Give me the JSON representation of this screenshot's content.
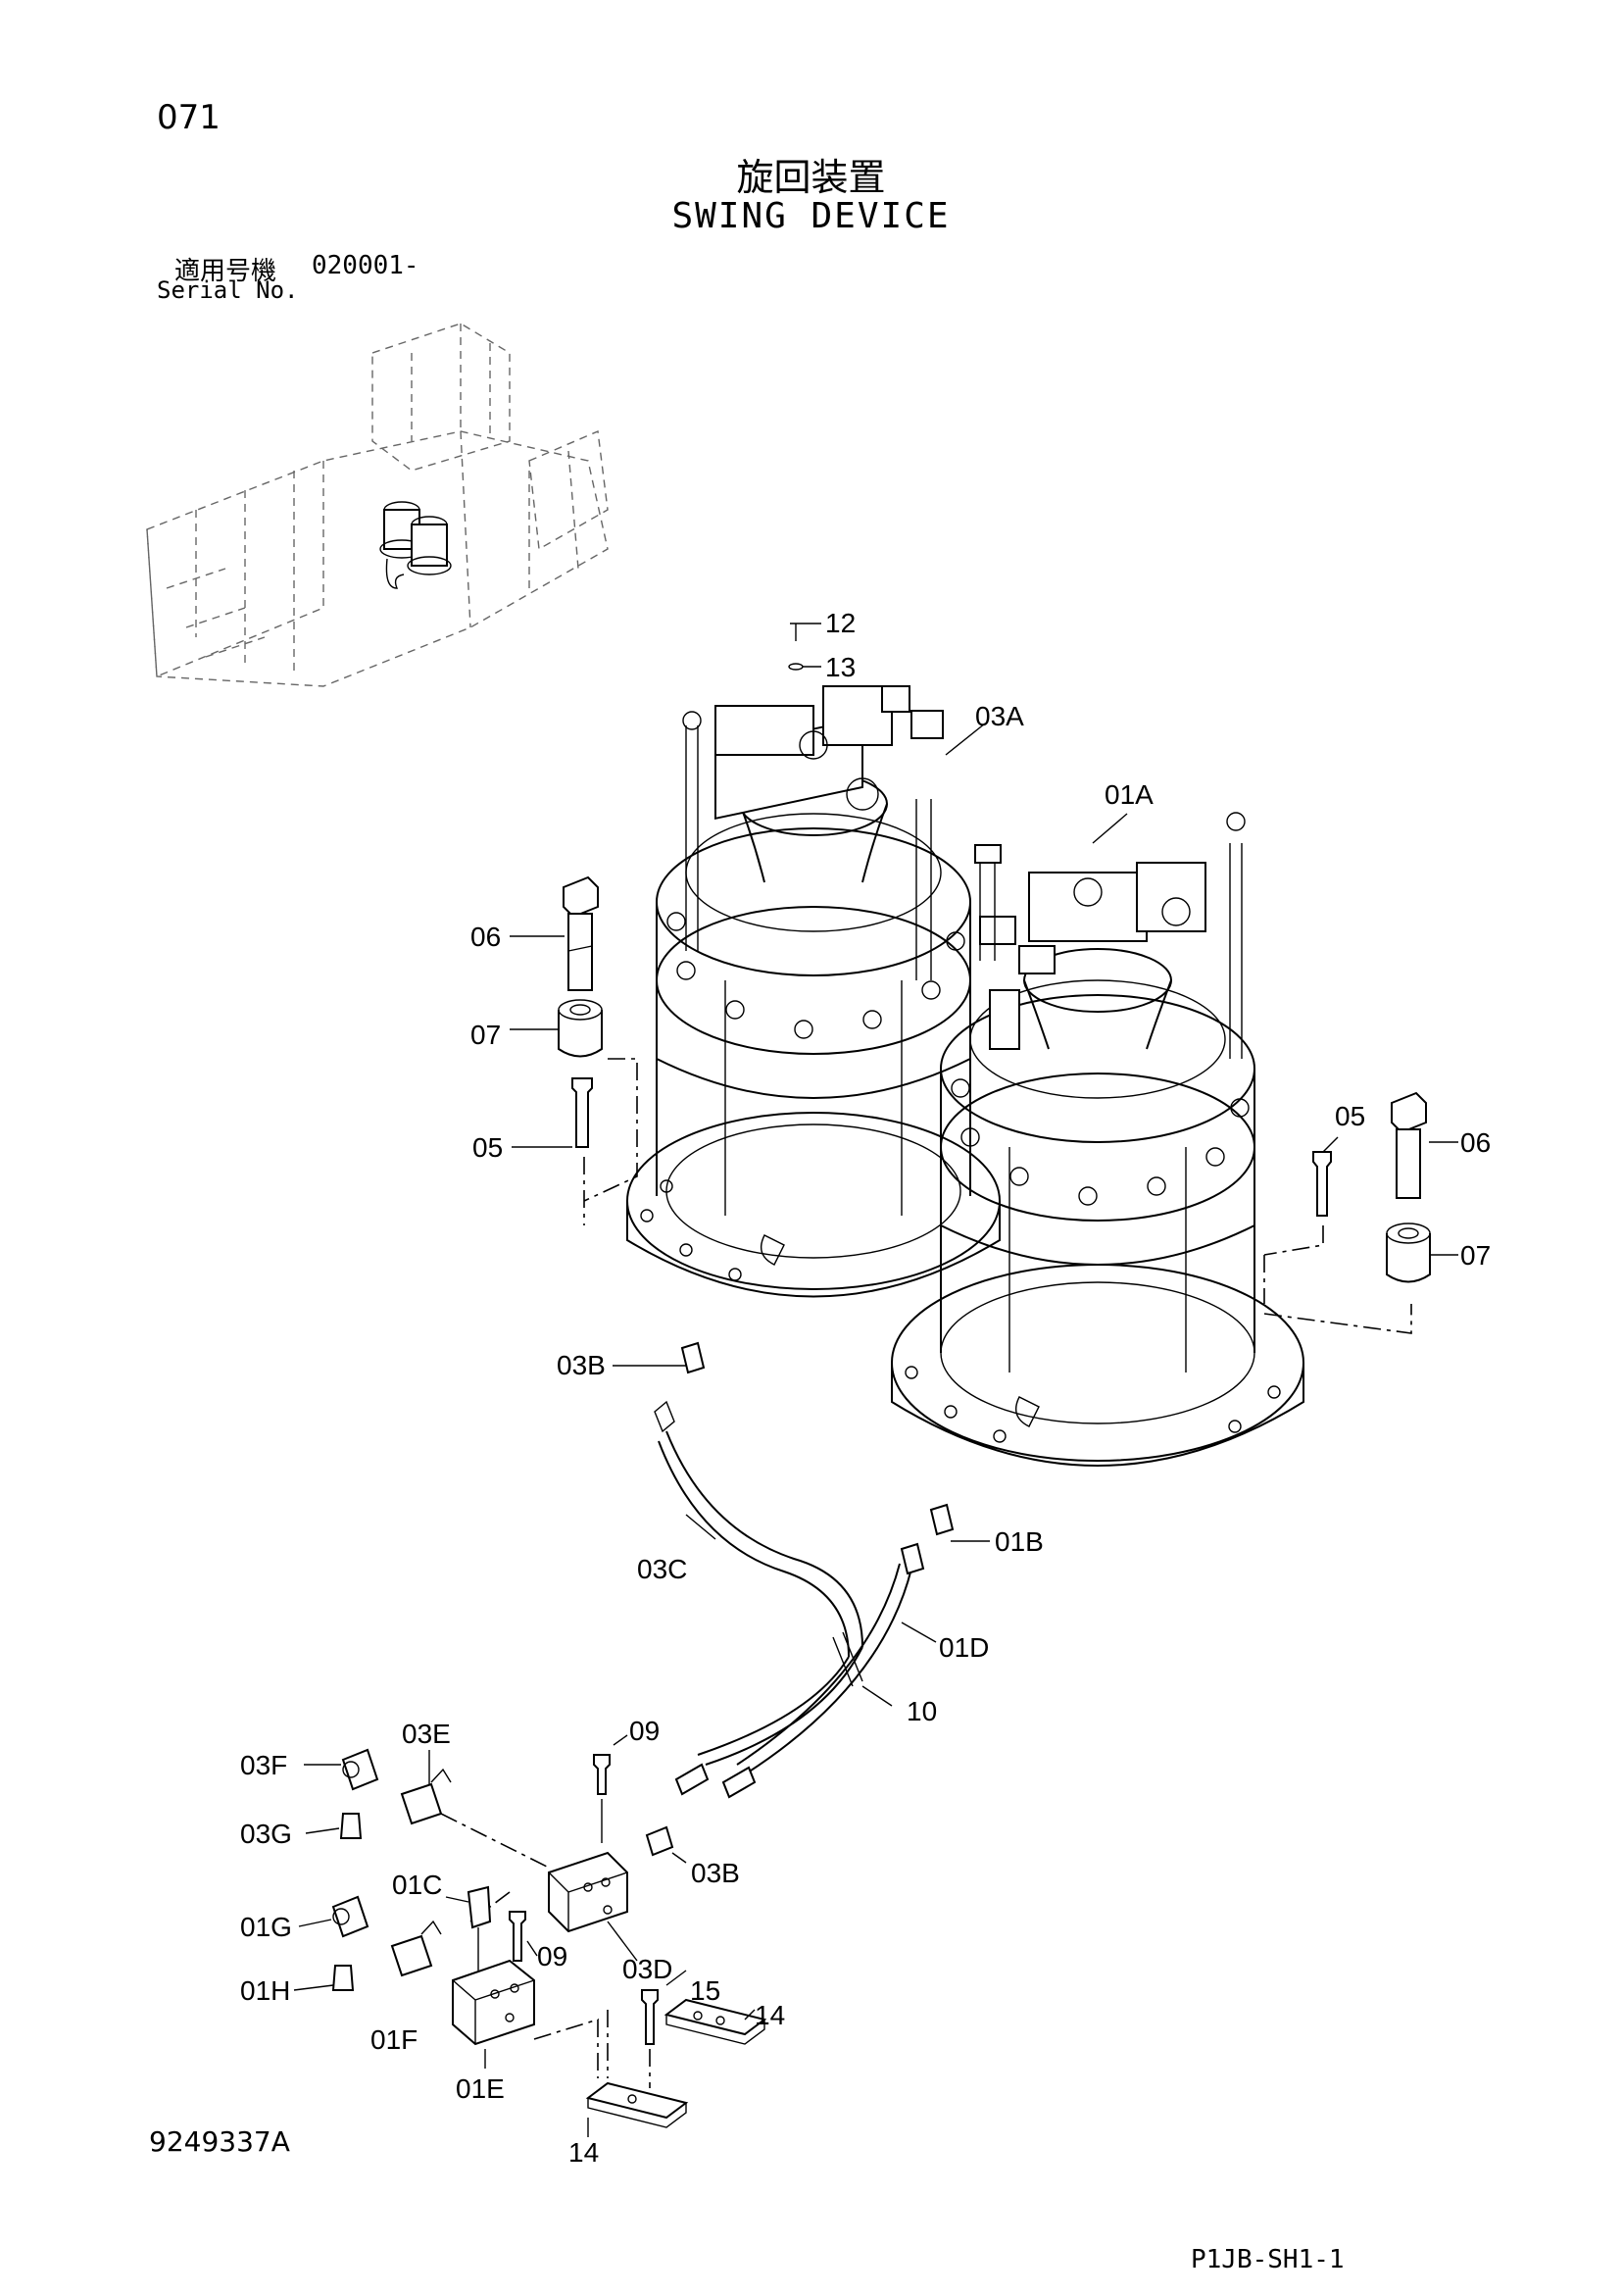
{
  "header": {
    "page_number": "071",
    "title_ja": "旋回装置",
    "title_en": "SWING DEVICE",
    "serial_label_ja": "適用号機",
    "serial_range": "020001-",
    "serial_label_en": "Serial No."
  },
  "footer": {
    "drawing_number": "9249337A",
    "sheet_code": "P1JB-SH1-1"
  },
  "callouts": {
    "c12": "12",
    "c13": "13",
    "c03A": "03A",
    "c01A": "01A",
    "c06_left": "06",
    "c07_left": "07",
    "c05_left": "05",
    "c05_right": "05",
    "c06_right": "06",
    "c07_right": "07",
    "c03B_top": "03B",
    "c01B": "01B",
    "c03C": "03C",
    "c01D": "01D",
    "c10": "10",
    "c03F": "03F",
    "c03E": "03E",
    "c09_top": "09",
    "c03G": "03G",
    "c03B_bottom": "03B",
    "c01C": "01C",
    "c01G": "01G",
    "c09_bottom": "09",
    "c03D": "03D",
    "c15": "15",
    "c14_right": "14",
    "c01H": "01H",
    "c01F": "01F",
    "c01E": "01E",
    "c14_bottom": "14"
  }
}
